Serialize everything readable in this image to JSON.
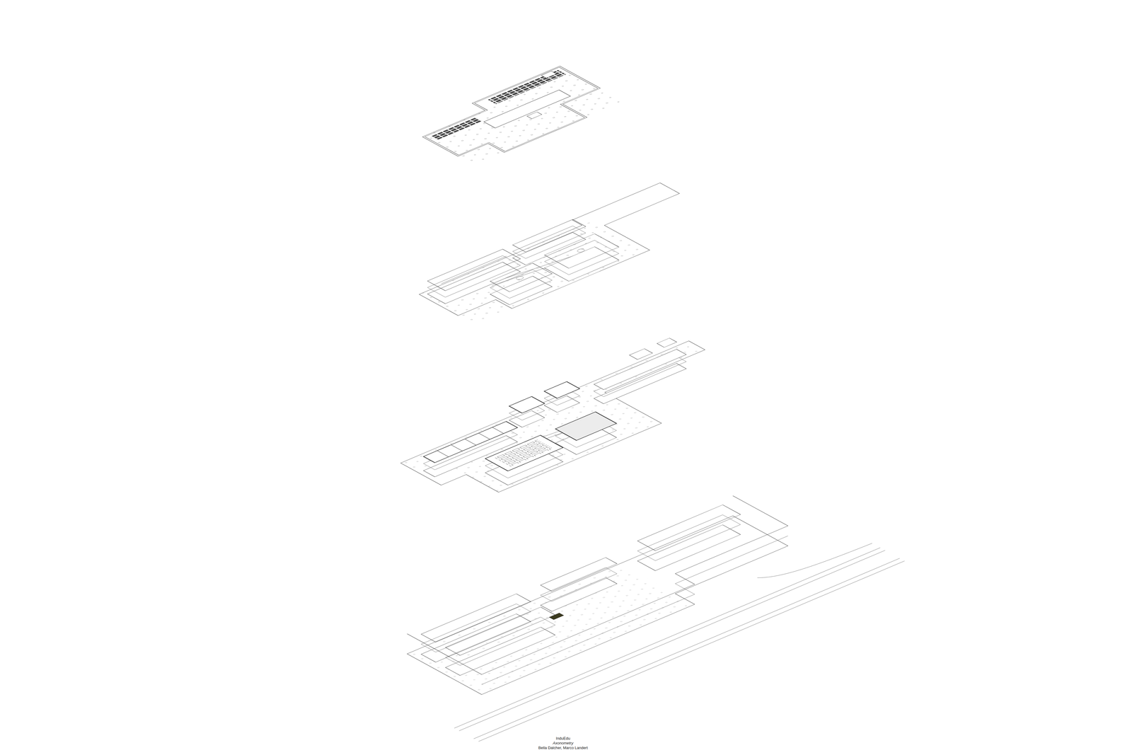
{
  "diagram": {
    "title": "InduEdu",
    "labels": [
      "Axonometry",
      "Bella Dalcher, Marco Landert"
    ]
  }
}
